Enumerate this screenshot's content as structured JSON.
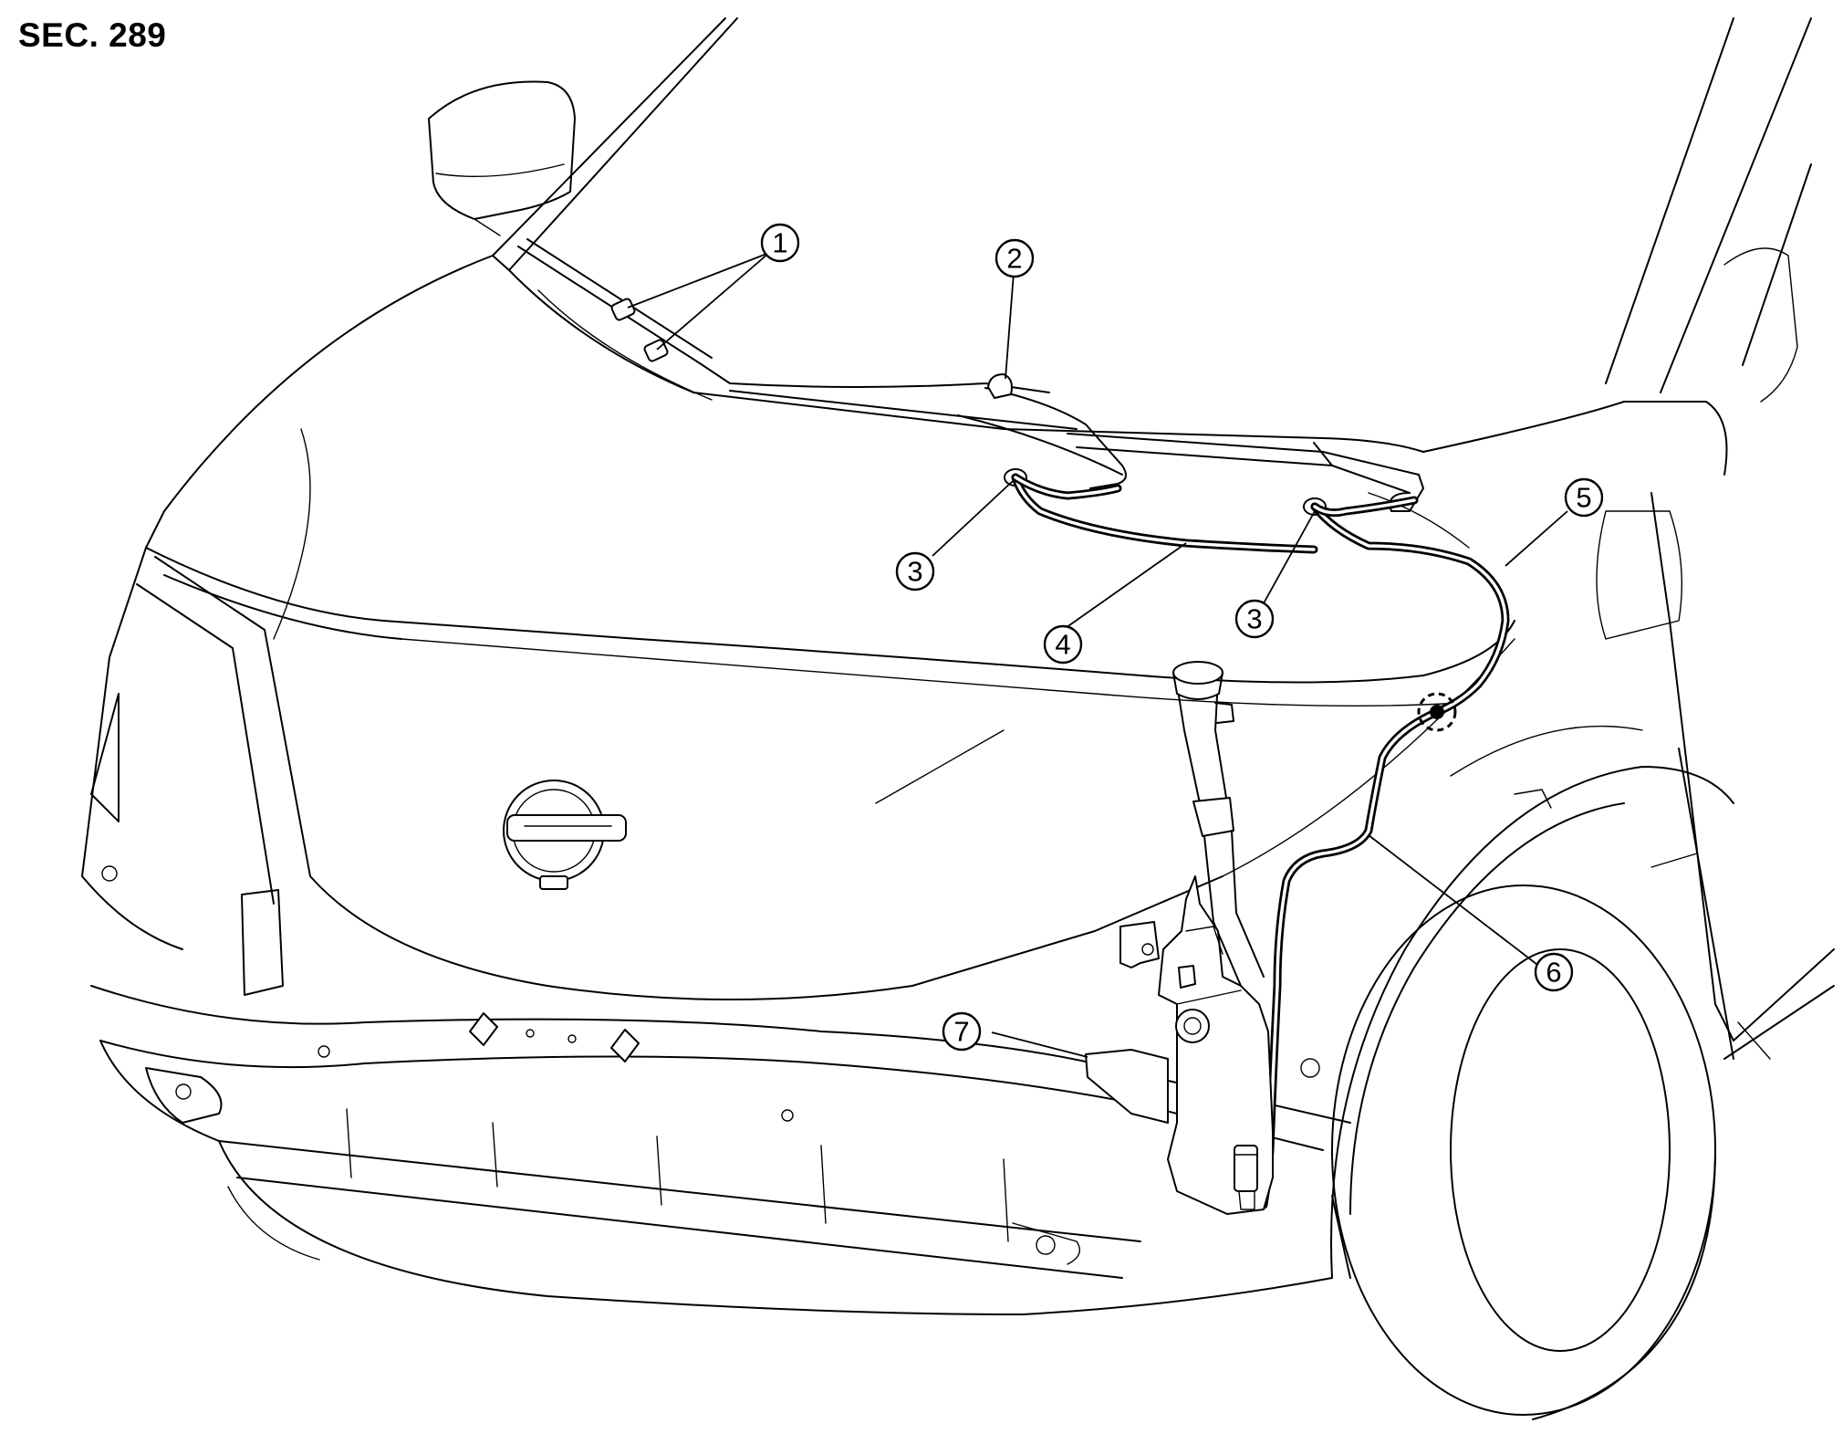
{
  "section": "SEC. 289",
  "callouts": [
    {
      "number": "1"
    },
    {
      "number": "2"
    },
    {
      "number": "3"
    },
    {
      "number": "4"
    },
    {
      "number": "3"
    },
    {
      "number": "5"
    },
    {
      "number": "6"
    },
    {
      "number": "7"
    }
  ]
}
